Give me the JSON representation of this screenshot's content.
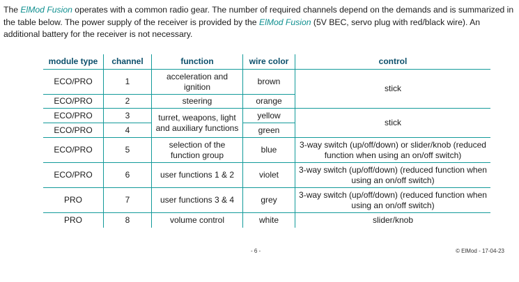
{
  "intro": {
    "p1": "The ",
    "brand1": "ElMod Fusion",
    "p2": " operates with a common radio gear. The number of required channels depend on the demands  and is summarized in the table below. The power supply of the receiver is provided by the ",
    "brand2": "ElMod Fusion",
    "p3": " (5V BEC, servo plug with red/black wire). An additional battery for the receiver is not necessary."
  },
  "table": {
    "headers": [
      "module type",
      "channel",
      "function",
      "wire color",
      "control"
    ],
    "rows": [
      {
        "module": "ECO/PRO",
        "channel": "1",
        "function": "acceleration and ignition",
        "wire": "brown"
      },
      {
        "module": "ECO/PRO",
        "channel": "2",
        "function": "steering",
        "wire": "orange"
      },
      {
        "module": "ECO/PRO",
        "channel": "3",
        "wire": "yellow"
      },
      {
        "module": "ECO/PRO",
        "channel": "4",
        "wire": "green"
      },
      {
        "module": "ECO/PRO",
        "channel": "5",
        "function": "selection of the function group",
        "wire": "blue",
        "control": "3-way switch (up/off/down) or slider/knob (reduced function when using an on/off switch)"
      },
      {
        "module": "ECO/PRO",
        "channel": "6",
        "function": "user functions 1 & 2",
        "wire": "violet",
        "control": "3-way switch (up/off/down) (reduced function when using an on/off switch)"
      },
      {
        "module": "PRO",
        "channel": "7",
        "function": "user functions 3 & 4",
        "wire": "grey",
        "control": "3-way switch (up/off/down) (reduced function when using an on/off switch)"
      },
      {
        "module": "PRO",
        "channel": "8",
        "function": "volume control",
        "wire": "white",
        "control": "slider/knob"
      }
    ],
    "merged_function_3_4": "turret, weapons, light and auxiliary functions",
    "merged_control_1_2": "stick",
    "merged_control_3_4": "stick"
  },
  "footer": {
    "page": "- 6 -",
    "copyright": "© ElMod - 17-04-23"
  }
}
